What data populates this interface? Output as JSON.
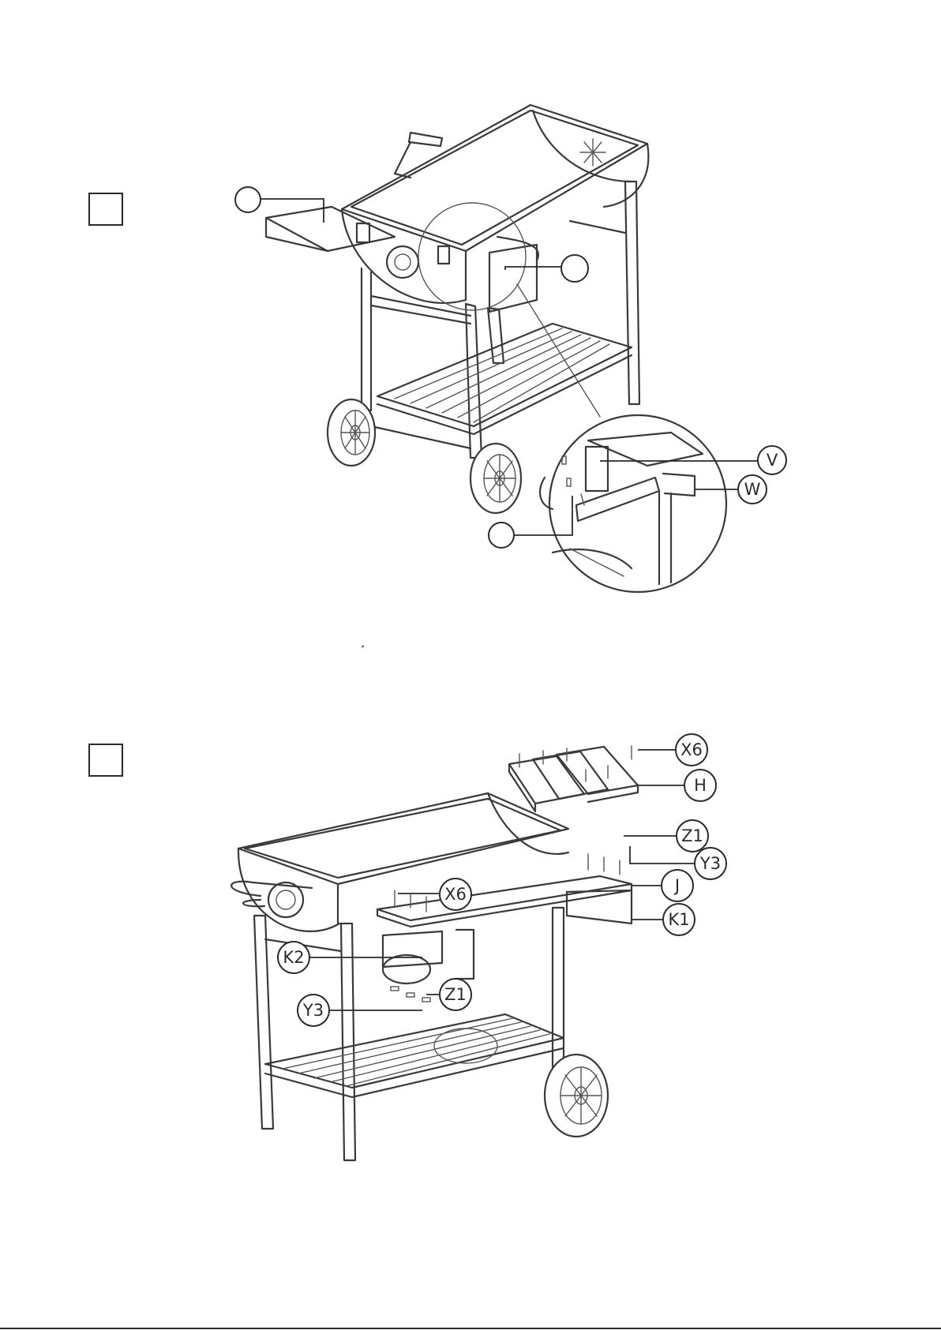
{
  "steps": [
    {
      "callouts": [
        {
          "id": "s1-callout-a",
          "text": ""
        },
        {
          "id": "s1-callout-b",
          "text": ""
        },
        {
          "id": "s1-callout-c",
          "text": ""
        },
        {
          "id": "s1-callout-v",
          "text": "V"
        },
        {
          "id": "s1-callout-w",
          "text": "W"
        }
      ]
    },
    {
      "callouts": [
        {
          "id": "s2-callout-x6-top",
          "text": "X6"
        },
        {
          "id": "s2-callout-h",
          "text": "H"
        },
        {
          "id": "s2-callout-z1-right",
          "text": "Z1"
        },
        {
          "id": "s2-callout-y3-right",
          "text": "Y3"
        },
        {
          "id": "s2-callout-j",
          "text": "J"
        },
        {
          "id": "s2-callout-x6-left",
          "text": "X6"
        },
        {
          "id": "s2-callout-k1",
          "text": "K1"
        },
        {
          "id": "s2-callout-k2",
          "text": "K2"
        },
        {
          "id": "s2-callout-z1-left",
          "text": "Z1"
        },
        {
          "id": "s2-callout-y3-left",
          "text": "Y3"
        }
      ]
    }
  ]
}
